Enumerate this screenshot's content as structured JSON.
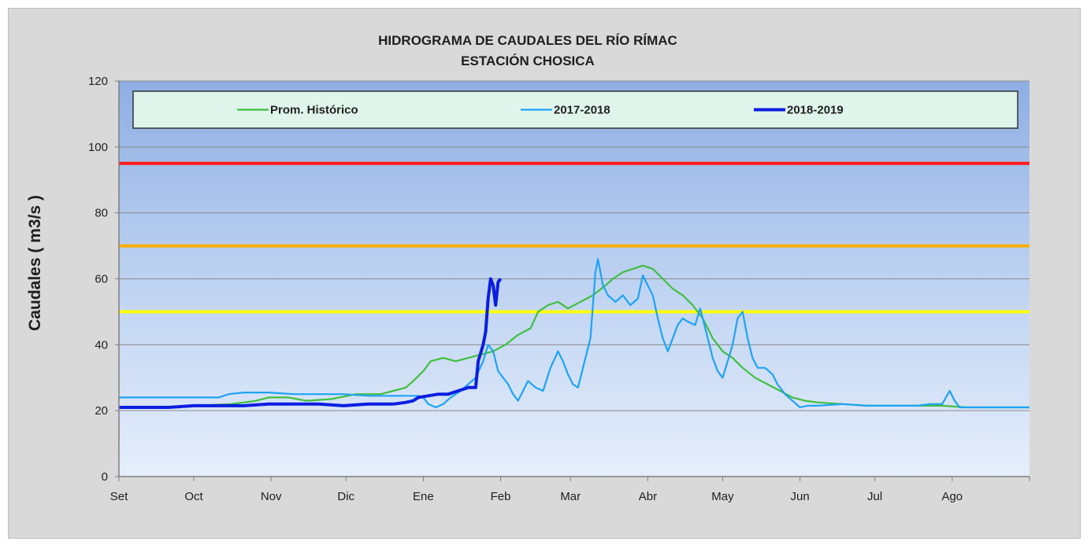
{
  "chart_data": {
    "type": "line",
    "title": "HIDROGRAMA DE CAUDALES DEL RÍO RÍMAC",
    "subtitle": "ESTACIÓN CHOSICA",
    "ylabel": "Caudales ( m3/s )",
    "xlabel": "",
    "ylim": [
      0,
      120
    ],
    "yticks": [
      0,
      20,
      40,
      60,
      80,
      100,
      120
    ],
    "xlim": [
      0,
      365
    ],
    "months": [
      {
        "label": "Set",
        "day": 0
      },
      {
        "label": "Oct",
        "day": 30
      },
      {
        "label": "Nov",
        "day": 61
      },
      {
        "label": "Dic",
        "day": 91
      },
      {
        "label": "Ene",
        "day": 122
      },
      {
        "label": "Feb",
        "day": 153
      },
      {
        "label": "Mar",
        "day": 181
      },
      {
        "label": "Abr",
        "day": 212
      },
      {
        "label": "May",
        "day": 242
      },
      {
        "label": "Jun",
        "day": 273
      },
      {
        "label": "Jul",
        "day": 303
      },
      {
        "label": "Ago",
        "day": 334
      }
    ],
    "thresholds": [
      {
        "value": 95,
        "color": "#ff1a1a"
      },
      {
        "value": 70,
        "color": "#ffb000"
      },
      {
        "value": 50,
        "color": "#ffff00"
      }
    ],
    "legend_position": "top",
    "grid": true,
    "series": [
      {
        "name": "Prom. Histórico",
        "color": "#3fbf3f",
        "points": [
          [
            0,
            21
          ],
          [
            15,
            21
          ],
          [
            30,
            21.5
          ],
          [
            45,
            22
          ],
          [
            55,
            23
          ],
          [
            60,
            24
          ],
          [
            68,
            24
          ],
          [
            75,
            23
          ],
          [
            85,
            23.5
          ],
          [
            95,
            25
          ],
          [
            105,
            25
          ],
          [
            110,
            26
          ],
          [
            115,
            27
          ],
          [
            118,
            29
          ],
          [
            122,
            32
          ],
          [
            125,
            35
          ],
          [
            130,
            36
          ],
          [
            135,
            35
          ],
          [
            140,
            36
          ],
          [
            145,
            37
          ],
          [
            150,
            38
          ],
          [
            155,
            40
          ],
          [
            160,
            43
          ],
          [
            165,
            45
          ],
          [
            168,
            50
          ],
          [
            172,
            52
          ],
          [
            176,
            53
          ],
          [
            180,
            51
          ],
          [
            185,
            53
          ],
          [
            190,
            55
          ],
          [
            195,
            58
          ],
          [
            198,
            60
          ],
          [
            202,
            62
          ],
          [
            206,
            63
          ],
          [
            210,
            64
          ],
          [
            214,
            63
          ],
          [
            218,
            60
          ],
          [
            222,
            57
          ],
          [
            226,
            55
          ],
          [
            230,
            52
          ],
          [
            234,
            48
          ],
          [
            238,
            42
          ],
          [
            242,
            38
          ],
          [
            246,
            36
          ],
          [
            250,
            33
          ],
          [
            255,
            30
          ],
          [
            260,
            28
          ],
          [
            265,
            26
          ],
          [
            270,
            24
          ],
          [
            275,
            23
          ],
          [
            280,
            22.5
          ],
          [
            290,
            22
          ],
          [
            300,
            21.5
          ],
          [
            310,
            21.5
          ],
          [
            320,
            21.5
          ],
          [
            330,
            21.5
          ],
          [
            340,
            21
          ],
          [
            350,
            21
          ],
          [
            365,
            21
          ]
        ]
      },
      {
        "name": "2017-2018",
        "color": "#1ea3f5",
        "points": [
          [
            0,
            24
          ],
          [
            20,
            24
          ],
          [
            40,
            24
          ],
          [
            44,
            25
          ],
          [
            50,
            25.5
          ],
          [
            60,
            25.5
          ],
          [
            70,
            25
          ],
          [
            80,
            25
          ],
          [
            90,
            25
          ],
          [
            100,
            24.5
          ],
          [
            110,
            24.5
          ],
          [
            120,
            24.5
          ],
          [
            122,
            24
          ],
          [
            124,
            22
          ],
          [
            127,
            21
          ],
          [
            130,
            22
          ],
          [
            133,
            24
          ],
          [
            137,
            26
          ],
          [
            140,
            28
          ],
          [
            143,
            30
          ],
          [
            146,
            35
          ],
          [
            148,
            40
          ],
          [
            150,
            38
          ],
          [
            152,
            32
          ],
          [
            154,
            30
          ],
          [
            156,
            28
          ],
          [
            158,
            25
          ],
          [
            160,
            23
          ],
          [
            162,
            26
          ],
          [
            164,
            29
          ],
          [
            167,
            27
          ],
          [
            170,
            26
          ],
          [
            173,
            33
          ],
          [
            176,
            38
          ],
          [
            178,
            35
          ],
          [
            180,
            31
          ],
          [
            182,
            28
          ],
          [
            184,
            27
          ],
          [
            186,
            33
          ],
          [
            189,
            42
          ],
          [
            191,
            62
          ],
          [
            192,
            66
          ],
          [
            194,
            58
          ],
          [
            196,
            55
          ],
          [
            199,
            53
          ],
          [
            202,
            55
          ],
          [
            205,
            52
          ],
          [
            208,
            54
          ],
          [
            210,
            61
          ],
          [
            212,
            58
          ],
          [
            214,
            55
          ],
          [
            216,
            48
          ],
          [
            218,
            42
          ],
          [
            220,
            38
          ],
          [
            222,
            42
          ],
          [
            224,
            46
          ],
          [
            226,
            48
          ],
          [
            228,
            47
          ],
          [
            231,
            46
          ],
          [
            233,
            51
          ],
          [
            235,
            45
          ],
          [
            238,
            36
          ],
          [
            240,
            32
          ],
          [
            242,
            30
          ],
          [
            244,
            35
          ],
          [
            246,
            40
          ],
          [
            248,
            48
          ],
          [
            250,
            50
          ],
          [
            252,
            42
          ],
          [
            254,
            36
          ],
          [
            256,
            33
          ],
          [
            259,
            33
          ],
          [
            262,
            31
          ],
          [
            264,
            28
          ],
          [
            267,
            25
          ],
          [
            270,
            23
          ],
          [
            273,
            21
          ],
          [
            276,
            21.5
          ],
          [
            280,
            21.5
          ],
          [
            290,
            22
          ],
          [
            300,
            21.5
          ],
          [
            310,
            21.5
          ],
          [
            320,
            21.5
          ],
          [
            325,
            22
          ],
          [
            330,
            22
          ],
          [
            333,
            26
          ],
          [
            335,
            23
          ],
          [
            337,
            21
          ],
          [
            345,
            21
          ],
          [
            355,
            21
          ],
          [
            365,
            21
          ]
        ]
      },
      {
        "name": "2018-2019",
        "color": "#0a1ee0",
        "points": [
          [
            0,
            21
          ],
          [
            10,
            21
          ],
          [
            20,
            21
          ],
          [
            30,
            21.5
          ],
          [
            40,
            21.5
          ],
          [
            50,
            21.5
          ],
          [
            60,
            22
          ],
          [
            70,
            22
          ],
          [
            80,
            22
          ],
          [
            90,
            21.5
          ],
          [
            100,
            22
          ],
          [
            110,
            22
          ],
          [
            115,
            22.5
          ],
          [
            118,
            23
          ],
          [
            120,
            24
          ],
          [
            124,
            24.5
          ],
          [
            128,
            25
          ],
          [
            132,
            25
          ],
          [
            136,
            26
          ],
          [
            140,
            27
          ],
          [
            143,
            27
          ],
          [
            144,
            35
          ],
          [
            146,
            40
          ],
          [
            147,
            44
          ],
          [
            148,
            54
          ],
          [
            149,
            60
          ],
          [
            150,
            58
          ],
          [
            151,
            52
          ],
          [
            152,
            59
          ],
          [
            153,
            60
          ]
        ]
      }
    ]
  }
}
